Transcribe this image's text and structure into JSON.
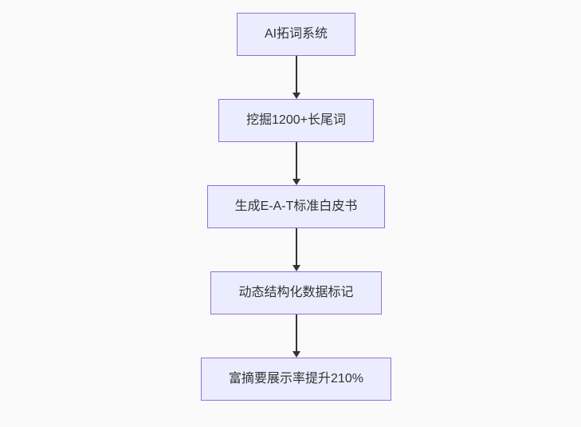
{
  "diagram": {
    "type": "flowchart",
    "direction": "top-down",
    "nodes": [
      {
        "id": "A",
        "label": "AI拓词系统"
      },
      {
        "id": "B",
        "label": "挖掘1200+长尾词"
      },
      {
        "id": "C",
        "label": "生成E-A-T标准白皮书"
      },
      {
        "id": "D",
        "label": "动态结构化数据标记"
      },
      {
        "id": "E",
        "label": "富摘要展示率提升210%"
      }
    ],
    "edges": [
      {
        "from": "A",
        "to": "B",
        "style": "arrow-down"
      },
      {
        "from": "B",
        "to": "C",
        "style": "arrow-down"
      },
      {
        "from": "C",
        "to": "D",
        "style": "arrow-down"
      },
      {
        "from": "D",
        "to": "E",
        "style": "arrow-down"
      }
    ],
    "colors": {
      "node_fill": "#ECECFF",
      "node_border": "#9370DB",
      "text": "#333333",
      "arrow": "#333333",
      "background": "#fafafa"
    }
  }
}
